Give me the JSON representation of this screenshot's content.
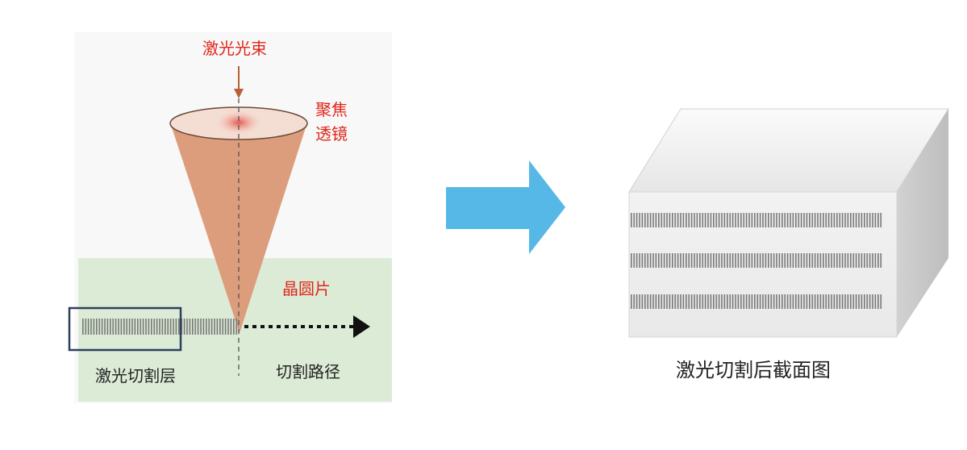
{
  "left_diagram": {
    "beam_label": "激光光束",
    "lens_label_line1": "聚焦",
    "lens_label_line2": "透镜",
    "wafer_label": "晶圆片",
    "cut_layer_label": "激光切割层",
    "cut_path_label": "切割路径"
  },
  "right_diagram": {
    "caption": "激光切割后截面图"
  },
  "colors": {
    "label_red": "#e0261b",
    "cone": "#dc9d7c",
    "wafer": "#dcebd6",
    "arrow": "#56b8e6"
  }
}
